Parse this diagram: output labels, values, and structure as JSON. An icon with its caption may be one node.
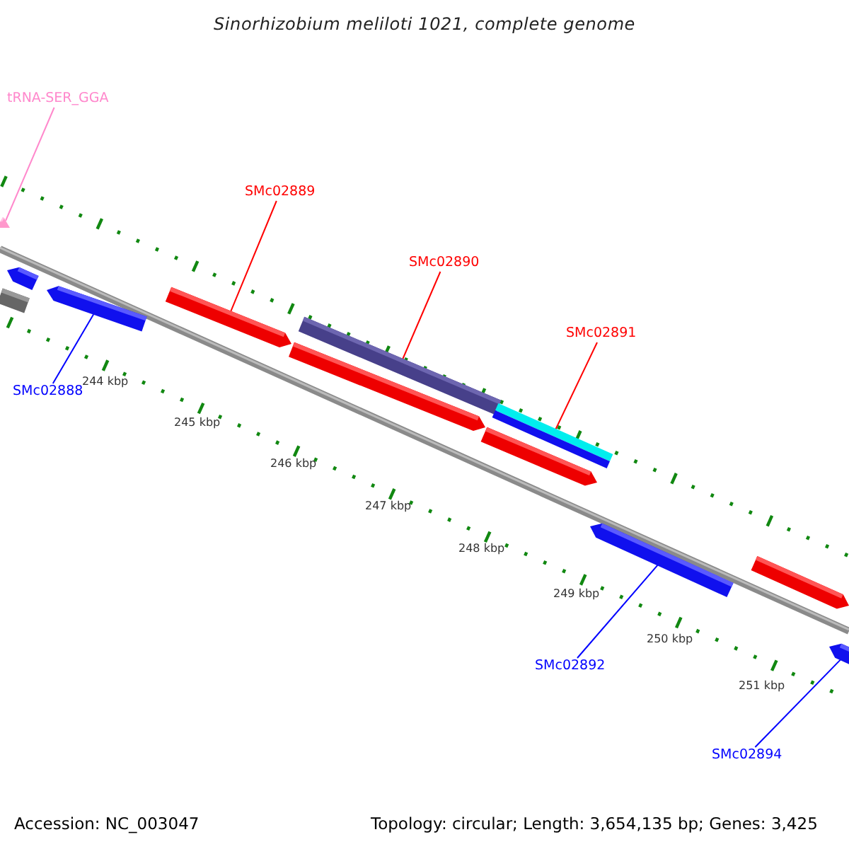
{
  "diagram": {
    "title": "Sinorhizobium meliloti 1021, complete genome",
    "nodes": [
      {
        "text": [
          "tRNA-SER_GGA"
        ]
      },
      {
        "text": [],
        "shape": "bar"
      },
      {
        "text": [
          "SMc02889"
        ]
      },
      {
        "text": [],
        "shape": "bar"
      },
      {
        "text": [
          "SMc02890"
        ]
      },
      {
        "text": [],
        "shape": "bar"
      },
      {
        "text": [
          "SMc02891"
        ]
      },
      {
        "text": [],
        "shape": "bar"
      },
      {
        "text": [
          "SMc02888"
        ]
      },
      {
        "text": [],
        "shape": "bar"
      },
      {
        "text": [
          "SMc02892"
        ]
      },
      {
        "text": [],
        "shape": "bar"
      },
      {
        "text": [
          "SMc02894"
        ]
      },
      {
        "text": [],
        "shape": "bar"
      },
      {
        "text": [],
        "shape": "bar"
      },
      {
        "text": [],
        "shape": "bar"
      },
      {
        "text": [],
        "shape": "bar"
      },
      {
        "text": [],
        "shape": "bar"
      },
      {
        "text": [],
        "shape": "bar"
      }
    ],
    "edges": [
      {
        "from": 0,
        "to": 1,
        "arrow": "none",
        "color": "#ff88cc"
      },
      {
        "from": 2,
        "to": 3,
        "arrow": "none"
      },
      {
        "from": 4,
        "to": 5,
        "arrow": "none"
      },
      {
        "from": 6,
        "to": 7,
        "arrow": "none"
      },
      {
        "from": 8,
        "to": 9,
        "arrow": "none",
        "color": "#0000ff"
      },
      {
        "from": 10,
        "to": 11,
        "arrow": "none",
        "color": "#0000ff"
      },
      {
        "from": 12,
        "to": 13,
        "arrow": "none",
        "color": "#0000ff"
      }
    ],
    "labels": [
      "244 kbp",
      "245 kbp",
      "246 kbp",
      "247 kbp",
      "248 kbp",
      "249 kbp",
      "250 kbp",
      "251 kbp",
      "Accession: NC_003047",
      "Topology: circular; Length: 3,654,135 bp; Genes: 3,425"
    ]
  }
}
